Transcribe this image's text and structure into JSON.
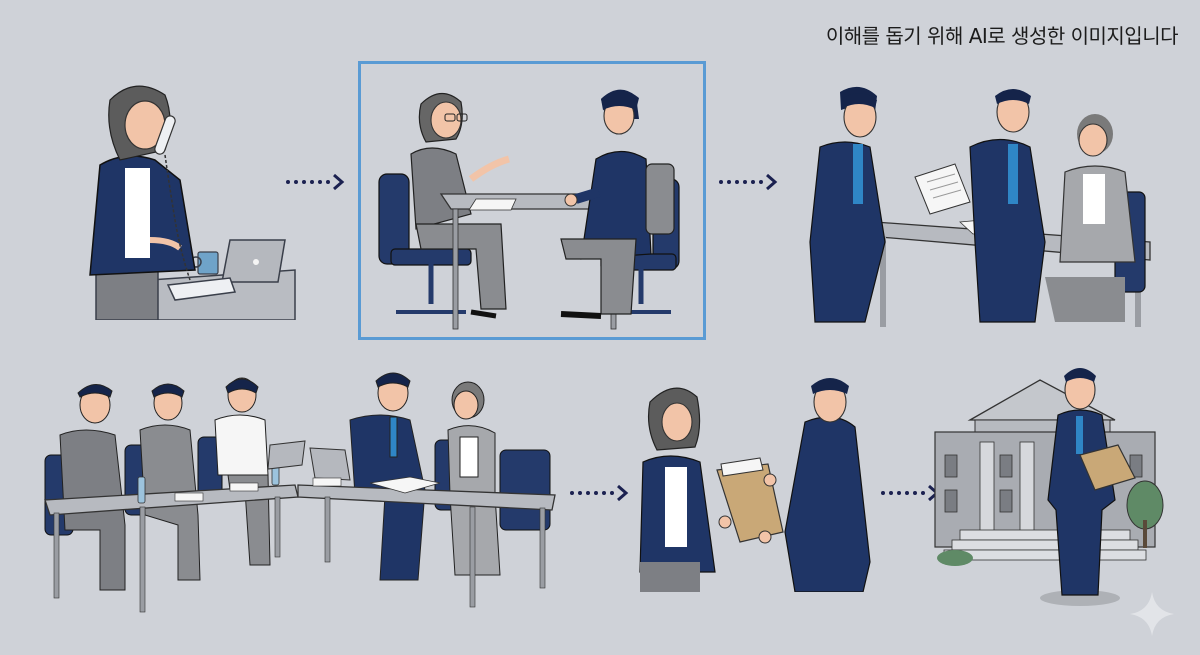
{
  "caption": "이해를 돕기 위해 AI로 생성한 이미지입니다",
  "colors": {
    "background": "#cfd2d8",
    "highlight_frame": "#5a9bd4",
    "navy_suit": "#1f3566",
    "gray_suit": "#7d7f84",
    "tie_blue": "#2f86c6",
    "skin": "#f2c4a8",
    "arrow": "#1b2150",
    "envelope": "#c9a877",
    "tree": "#5f8a66"
  },
  "flow": {
    "steps": [
      {
        "id": 1,
        "scene": "Woman on office phone call at desk with laptop and mug"
      },
      {
        "id": 2,
        "scene": "Consultation interview across a table (highlighted)",
        "highlighted": true
      },
      {
        "id": 3,
        "scene": "Officials handing a document to a seated elderly woman"
      },
      {
        "id": 4,
        "scene": "Committee meeting at L-shaped conference tables"
      },
      {
        "id": 5,
        "scene": "Woman handing a document envelope to a man"
      },
      {
        "id": 6,
        "scene": "Man with envelope standing in front of a government building"
      }
    ],
    "arrows": [
      {
        "from": 1,
        "to": 2,
        "label": "arrow"
      },
      {
        "from": 2,
        "to": 3,
        "label": "arrow"
      },
      {
        "from": 4,
        "to": 5,
        "label": "arrow"
      },
      {
        "from": 5,
        "to": 6,
        "label": "arrow"
      }
    ]
  },
  "watermark": "sparkle-icon"
}
